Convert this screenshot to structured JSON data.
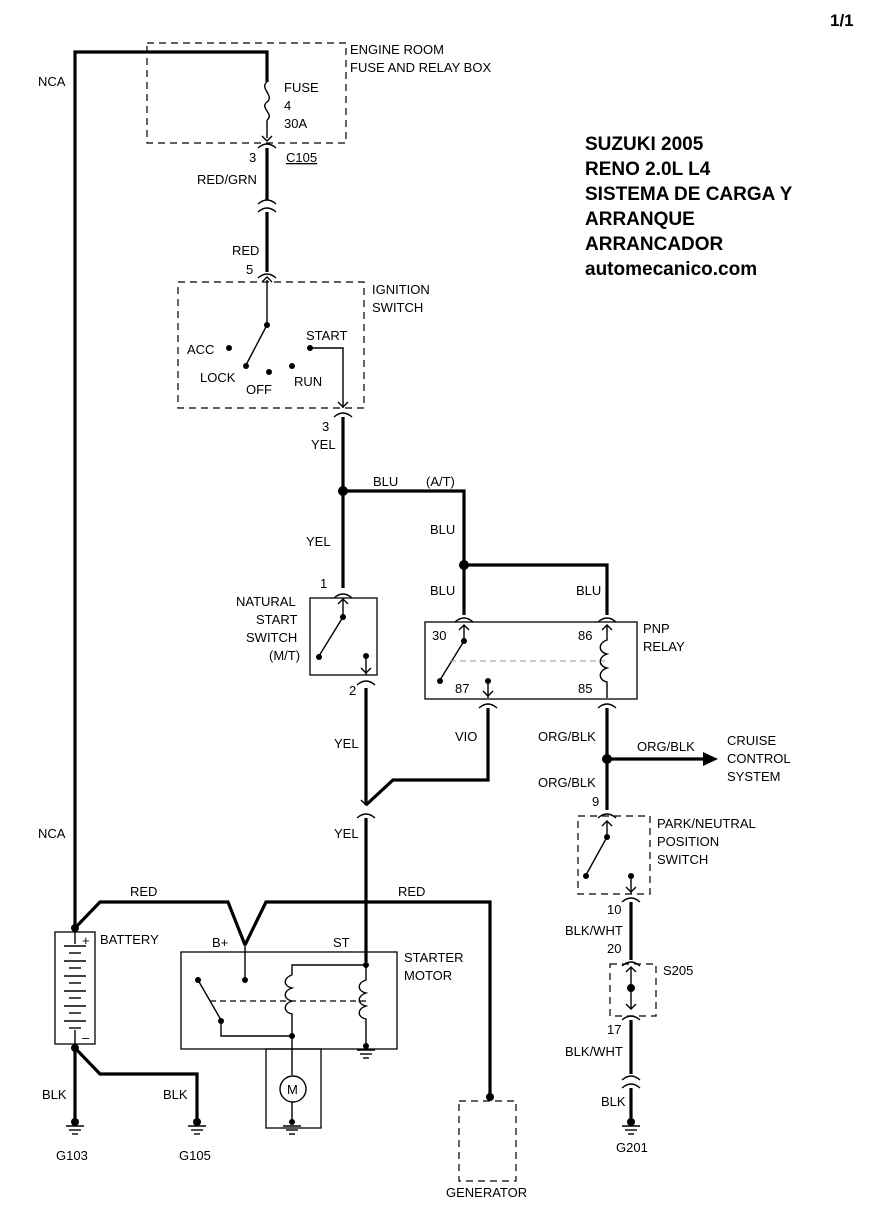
{
  "page_number": "1/1",
  "title_lines": [
    "SUZUKI 2005",
    "RENO 2.0L L4",
    "SISTEMA DE CARGA Y",
    "ARRANQUE",
    "ARRANCADOR",
    "automecanico.com"
  ],
  "components": {
    "fuse_box": {
      "name_line1": "ENGINE ROOM",
      "name_line2": "FUSE AND RELAY BOX",
      "fuse_label": "FUSE",
      "fuse_number": "4",
      "fuse_rating": "30A",
      "pin": "3",
      "connector": "C105"
    },
    "ignition_switch": {
      "name_line1": "IGNITION",
      "name_line2": "SWITCH",
      "pin_in": "5",
      "pin_out": "3",
      "positions": [
        "ACC",
        "LOCK",
        "OFF",
        "RUN",
        "START"
      ]
    },
    "natural_start_switch": {
      "name_line1": "NATURAL",
      "name_line2": "START",
      "name_line3": "SWITCH",
      "name_line4": "(M/T)",
      "pin_in": "1",
      "pin_out": "2"
    },
    "pnp_relay": {
      "name_line1": "PNP",
      "name_line2": "RELAY",
      "pins": [
        "30",
        "86",
        "87",
        "85"
      ]
    },
    "park_neutral_switch": {
      "name_line1": "PARK/NEUTRAL",
      "name_line2": "POSITION",
      "name_line3": "SWITCH",
      "pin_in": "9",
      "pin_out": "10"
    },
    "splice": {
      "name": "S205",
      "pin_in": "20",
      "pin_out": "17"
    },
    "cruise": {
      "line1": "CRUISE",
      "line2": "CONTROL",
      "line3": "SYSTEM"
    },
    "battery": {
      "name": "BATTERY",
      "plus": "+",
      "minus": "–"
    },
    "starter_motor": {
      "name_line1": "STARTER",
      "name_line2": "MOTOR",
      "terminal_b": "B+",
      "terminal_st": "ST",
      "motor_symbol": "M"
    },
    "generator": {
      "name": "GENERATOR"
    }
  },
  "wire_labels": {
    "nca_top": "NCA",
    "nca_bottom": "NCA",
    "red_grn": "RED/GRN",
    "red": "RED",
    "yel_1": "YEL",
    "yel_2": "YEL",
    "yel_3": "YEL",
    "yel_4": "YEL",
    "blu_1": "BLU",
    "at": "(A/T)",
    "blu_2": "BLU",
    "blu_3": "BLU",
    "blu_4": "BLU",
    "vio": "VIO",
    "org_blk_1": "ORG/BLK",
    "org_blk_2": "ORG/BLK",
    "org_blk_3": "ORG/BLK",
    "blk_wht_1": "BLK/WHT",
    "blk_wht_2": "BLK/WHT",
    "blk_1": "BLK",
    "blk_2": "BLK",
    "blk_3": "BLK",
    "red_batt_left": "RED",
    "red_batt_right": "RED"
  },
  "grounds": {
    "g103": "G103",
    "g105": "G105",
    "g201": "G201"
  }
}
